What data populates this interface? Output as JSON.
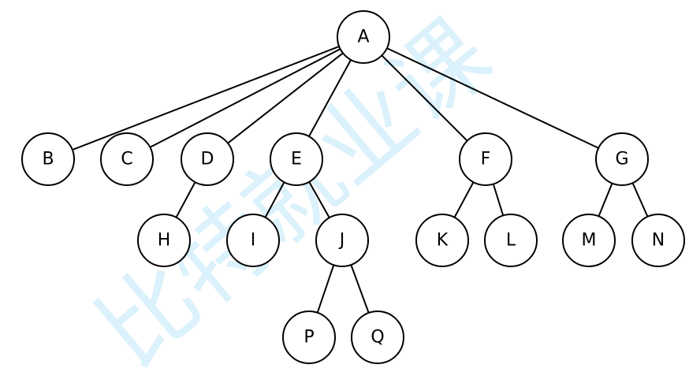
{
  "diagram": {
    "type": "tree",
    "nodes": [
      {
        "id": "A",
        "label": "A"
      },
      {
        "id": "B",
        "label": "B"
      },
      {
        "id": "C",
        "label": "C"
      },
      {
        "id": "D",
        "label": "D"
      },
      {
        "id": "E",
        "label": "E"
      },
      {
        "id": "F",
        "label": "F"
      },
      {
        "id": "G",
        "label": "G"
      },
      {
        "id": "H",
        "label": "H"
      },
      {
        "id": "I",
        "label": "I"
      },
      {
        "id": "J",
        "label": "J"
      },
      {
        "id": "K",
        "label": "K"
      },
      {
        "id": "L",
        "label": "L"
      },
      {
        "id": "M",
        "label": "M"
      },
      {
        "id": "N",
        "label": "N"
      },
      {
        "id": "P",
        "label": "P"
      },
      {
        "id": "Q",
        "label": "Q"
      }
    ],
    "edges": [
      [
        "A",
        "B"
      ],
      [
        "A",
        "C"
      ],
      [
        "A",
        "D"
      ],
      [
        "A",
        "E"
      ],
      [
        "A",
        "F"
      ],
      [
        "A",
        "G"
      ],
      [
        "D",
        "H"
      ],
      [
        "E",
        "I"
      ],
      [
        "E",
        "J"
      ],
      [
        "F",
        "K"
      ],
      [
        "F",
        "L"
      ],
      [
        "G",
        "M"
      ],
      [
        "G",
        "N"
      ],
      [
        "J",
        "P"
      ],
      [
        "J",
        "Q"
      ]
    ]
  },
  "watermark": {
    "text": "比特就业课",
    "color": "#bfe6fb"
  }
}
